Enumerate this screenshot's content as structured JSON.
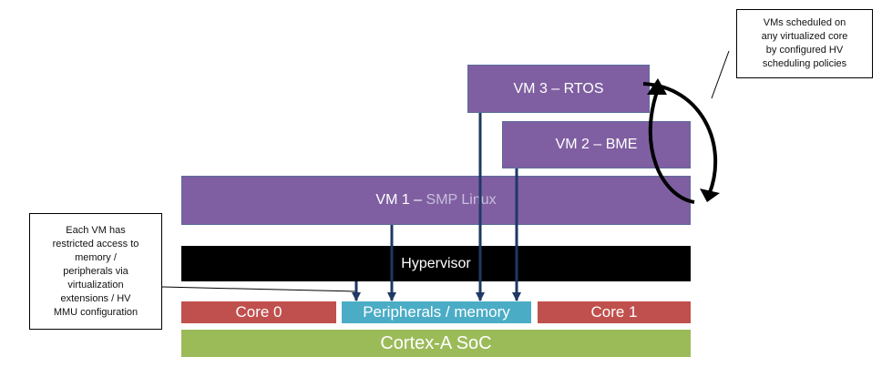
{
  "colors": {
    "vm": "#7f5fa1",
    "vm_dim_text": "#c7bedc",
    "hypervisor": "#000000",
    "core": "#c0504d",
    "peripherals": "#4bacc6",
    "soc": "#9bbb59",
    "arrow": "#1f3864"
  },
  "vms": {
    "vm3": {
      "label": "VM 3 – RTOS"
    },
    "vm2": {
      "label": "VM 2 – BME"
    },
    "vm1": {
      "prefix": "VM 1 – ",
      "suffix": "SMP Linux"
    }
  },
  "hypervisor": {
    "label": "Hypervisor"
  },
  "core0": {
    "label": "Core 0"
  },
  "peripherals": {
    "label": "Peripherals / memory"
  },
  "core1": {
    "label": "Core 1"
  },
  "soc": {
    "label": "Cortex-A SoC"
  },
  "callouts": {
    "left": [
      "Each VM has",
      "restricted access to",
      "memory /",
      "peripherals via",
      "virtualization",
      "extensions / HV",
      "MMU configuration"
    ],
    "right": [
      "VMs scheduled on",
      "any virtualized core",
      "by configured HV",
      "scheduling policies"
    ]
  }
}
